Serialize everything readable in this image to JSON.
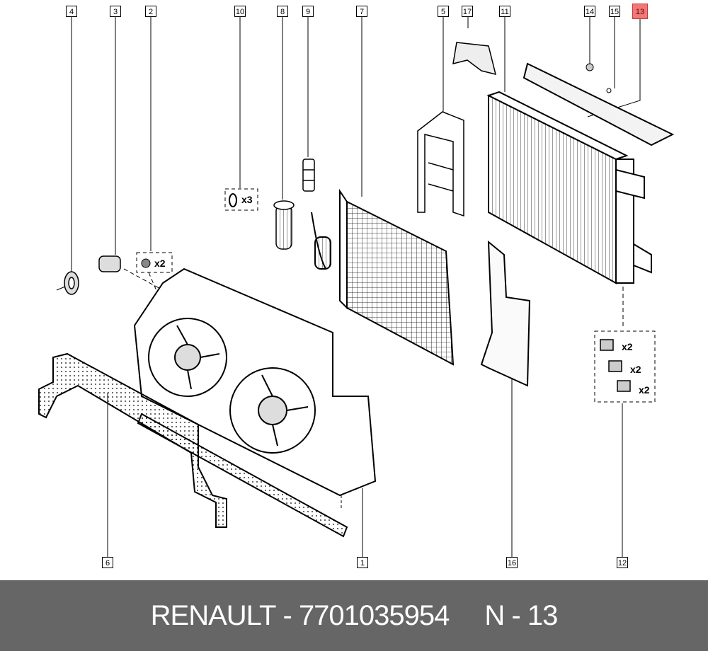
{
  "callouts": {
    "c4": "4",
    "c3": "3",
    "c2": "2",
    "c10": "10",
    "c8": "8",
    "c9": "9",
    "c7": "7",
    "c5": "5",
    "c17": "17",
    "c11": "11",
    "c14": "14",
    "c15": "15",
    "c13": "13",
    "c6": "6",
    "c1": "1",
    "c16": "16",
    "c12": "12"
  },
  "highlighted_part": "13",
  "quantities": {
    "q10": "x3",
    "q2": "x2",
    "q12a": "x2",
    "q12b": "x2",
    "q12c": "x2"
  },
  "footer": {
    "brand": "RENAULT",
    "separator": " - ",
    "part_number": "7701035954",
    "page": "N - 13"
  },
  "colors": {
    "highlight": "#f07878",
    "footer_bg": "#666666"
  }
}
